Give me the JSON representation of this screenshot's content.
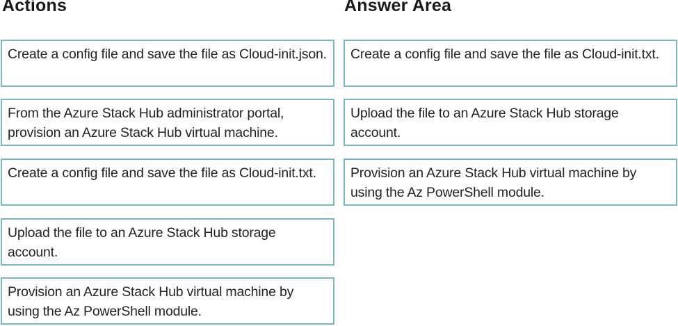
{
  "actions": {
    "title": "Actions",
    "items": [
      {
        "text": "Create a config file and save the file as Cloud-init.json."
      },
      {
        "text": "From the Azure Stack Hub administrator portal, provision an Azure Stack Hub virtual machine."
      },
      {
        "text": "Create a config file and save the file as Cloud-init.txt."
      },
      {
        "text": "Upload the file to an Azure Stack Hub storage account."
      },
      {
        "text": "Provision an Azure Stack Hub virtual machine by using the Az PowerShell module."
      }
    ]
  },
  "answer_area": {
    "title": "Answer Area",
    "items": [
      {
        "text": "Create a config file and save the file as Cloud-init.txt."
      },
      {
        "text": "Upload the file to an Azure Stack Hub storage account."
      },
      {
        "text": "Provision an Azure Stack Hub virtual machine by using the Az PowerShell module."
      }
    ]
  },
  "colors": {
    "box_border": "#79b8bf",
    "text": "#222222",
    "background": "#ffffff"
  }
}
